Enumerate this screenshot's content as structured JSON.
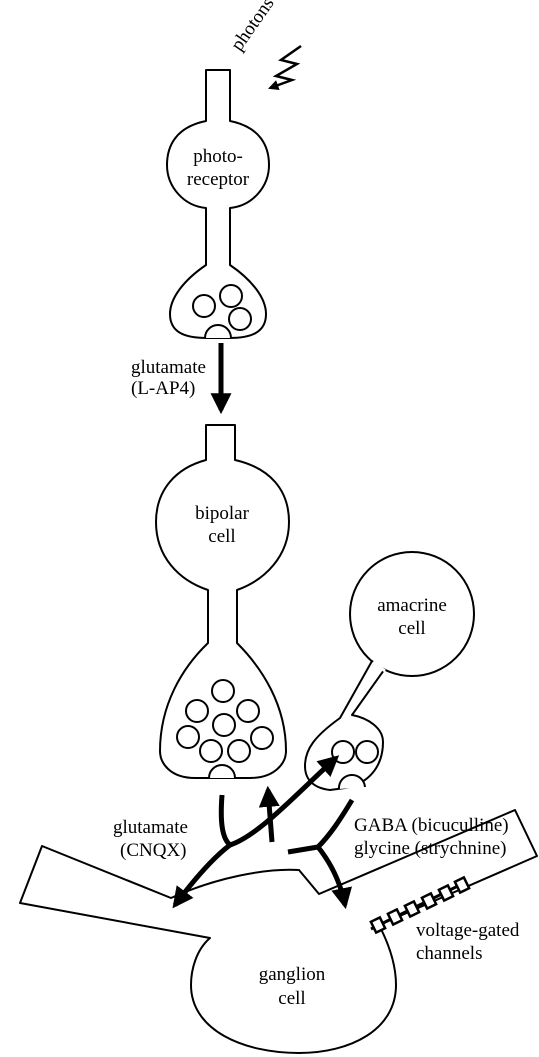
{
  "diagram": {
    "labels": {
      "photons": "photons",
      "photoreceptor_line1": "photo-",
      "photoreceptor_line2": "receptor",
      "glutamate_top_line1": "glutamate",
      "glutamate_top_line2": "(L-AP4)",
      "bipolar_line1": "bipolar",
      "bipolar_line2": "cell",
      "amacrine_line1": "amacrine",
      "amacrine_line2": "cell",
      "glutamate_bottom_line1": "glutamate",
      "glutamate_bottom_line2": "(CNQX)",
      "gaba": "GABA (bicuculline)",
      "glycine": "glycine (strychnine)",
      "ganglion_line1": "ganglion",
      "ganglion_line2": "cell",
      "channels_line1": "voltage-gated",
      "channels_line2": "channels"
    },
    "colors": {
      "ink": "#000000",
      "paper": "#ffffff"
    }
  }
}
